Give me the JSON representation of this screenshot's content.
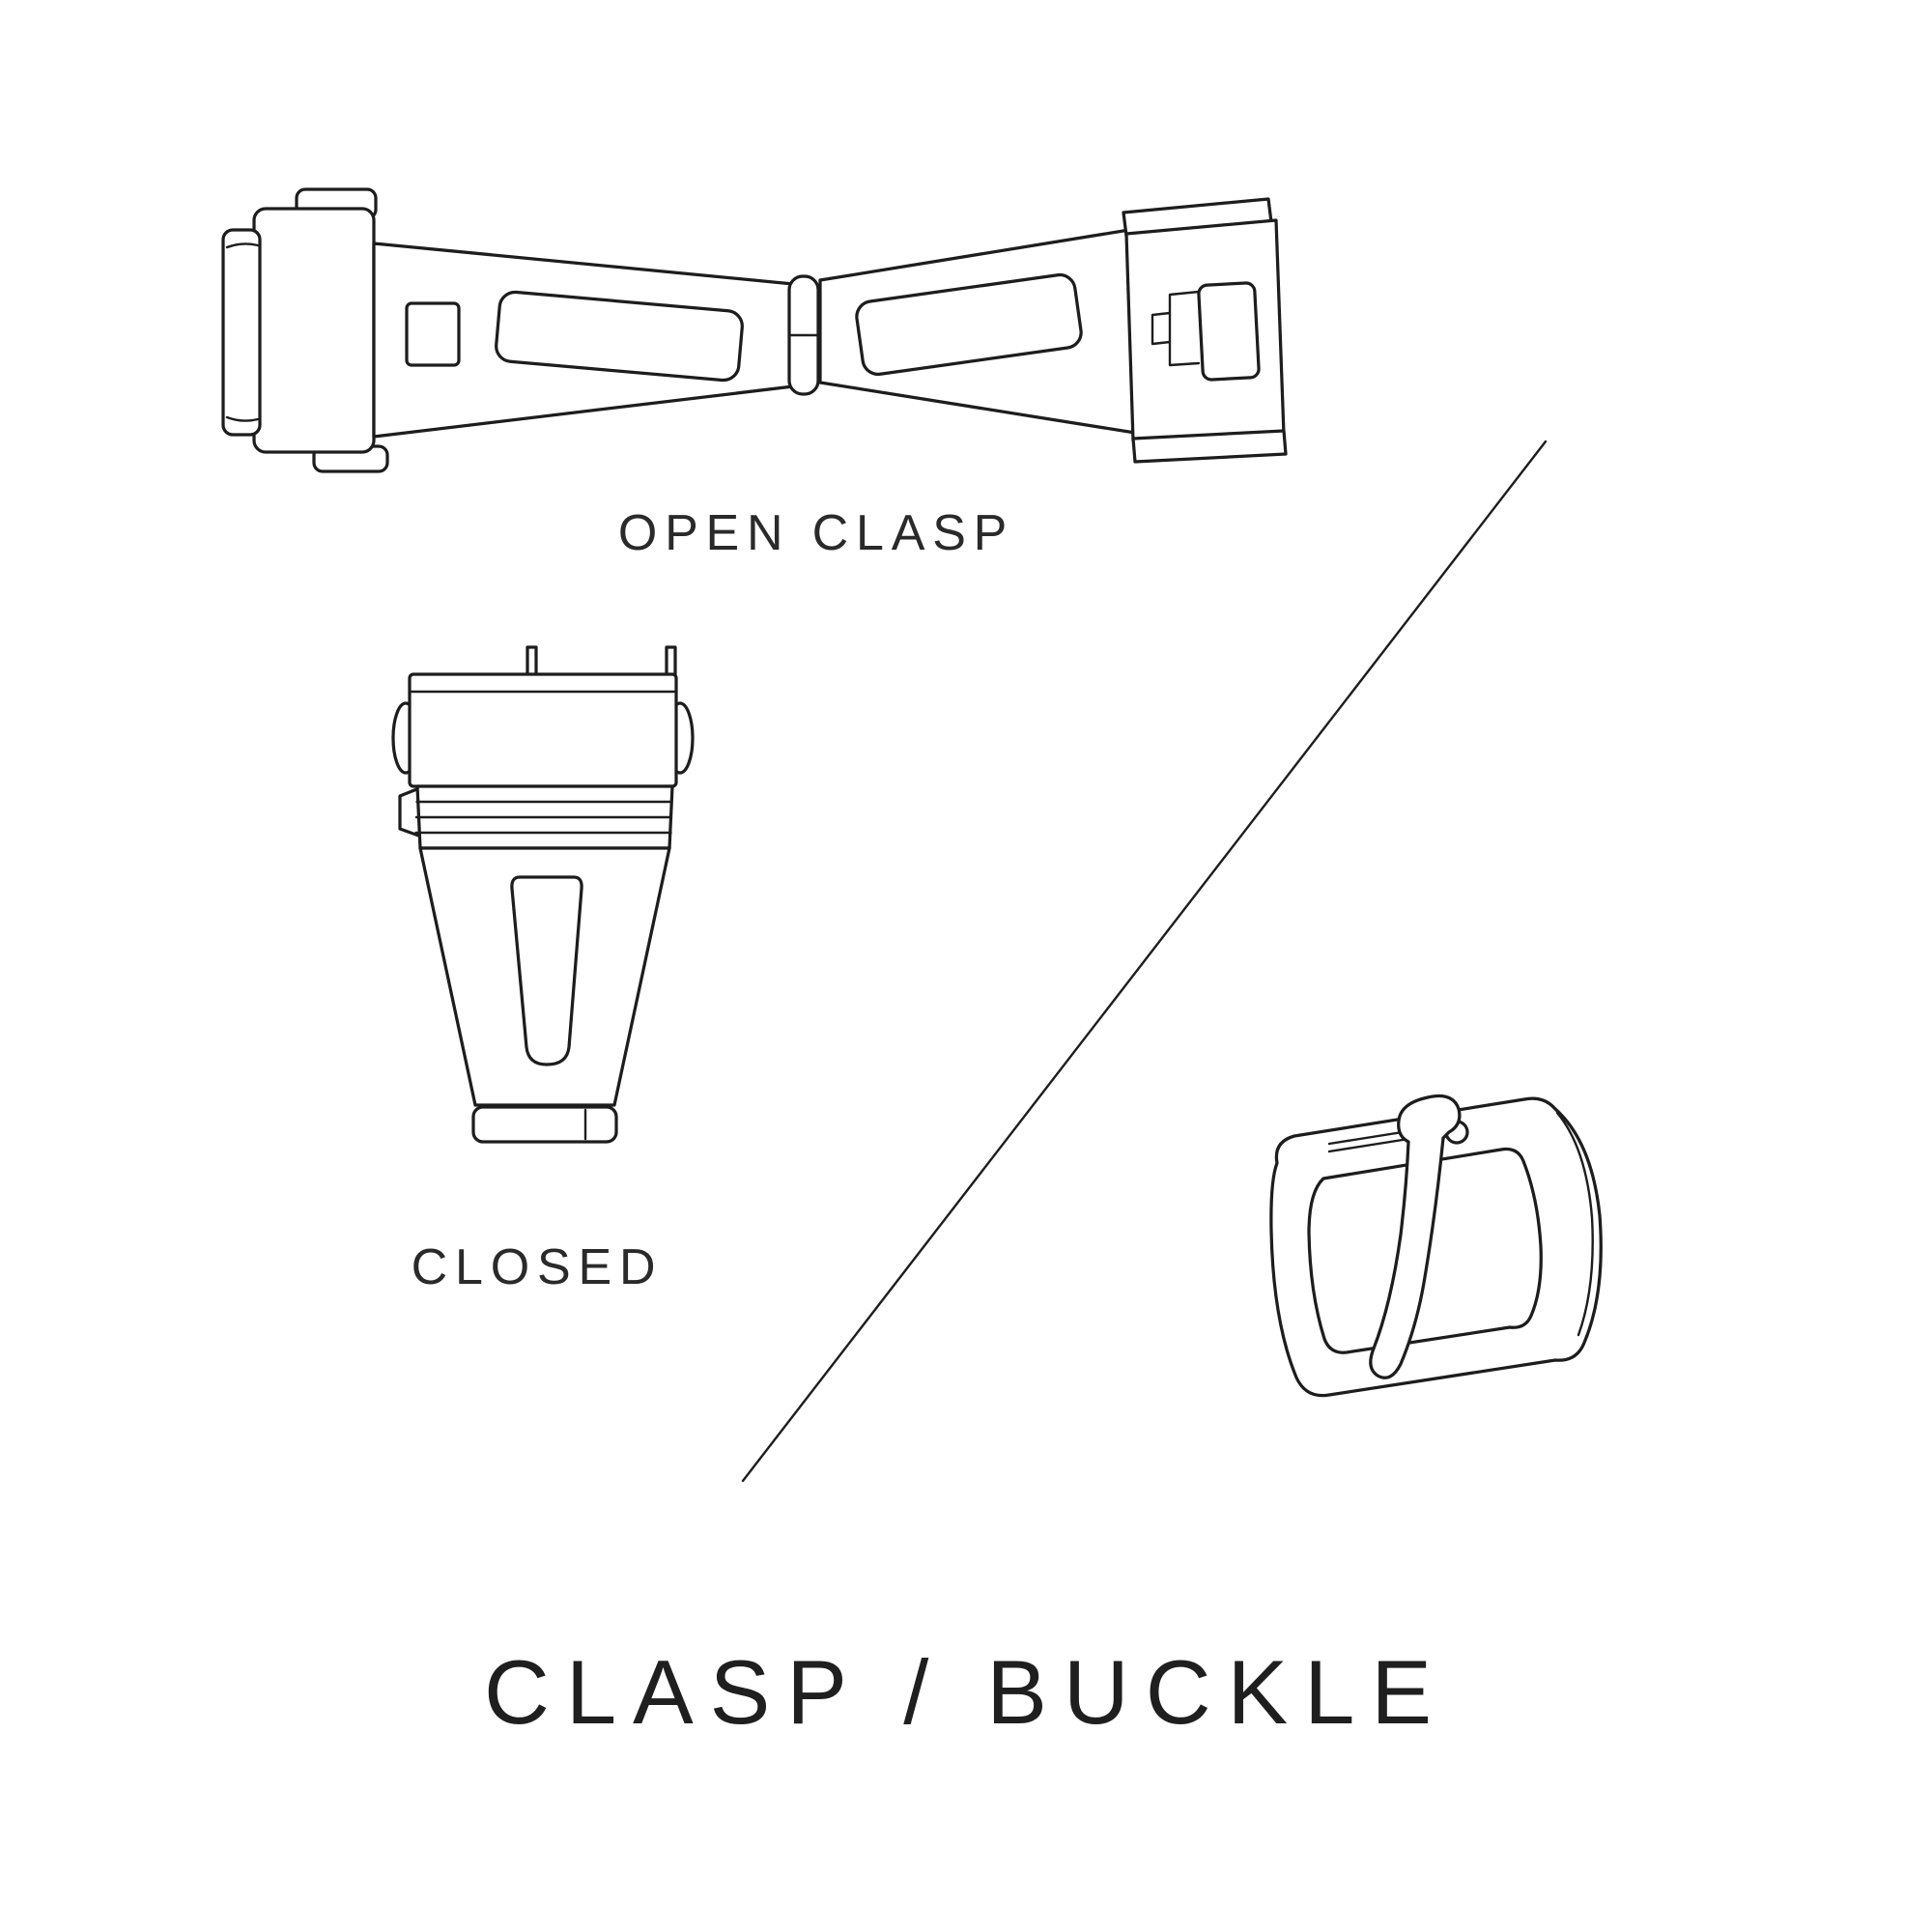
{
  "page": {
    "background_color": "#ffffff",
    "line_color": "#1d1d1d",
    "text_color": "#262626"
  },
  "diagram": {
    "open_clasp_label": "OPEN CLASP",
    "closed_label": "CLOSED",
    "title": "CLASP / BUCKLE",
    "illustrations": [
      {
        "id": "open-clasp",
        "description": "deployant watch clasp shown open"
      },
      {
        "id": "closed-clasp",
        "description": "watch clasp shown closed, top view"
      },
      {
        "id": "tang-buckle",
        "description": "watch strap tang buckle"
      }
    ]
  }
}
